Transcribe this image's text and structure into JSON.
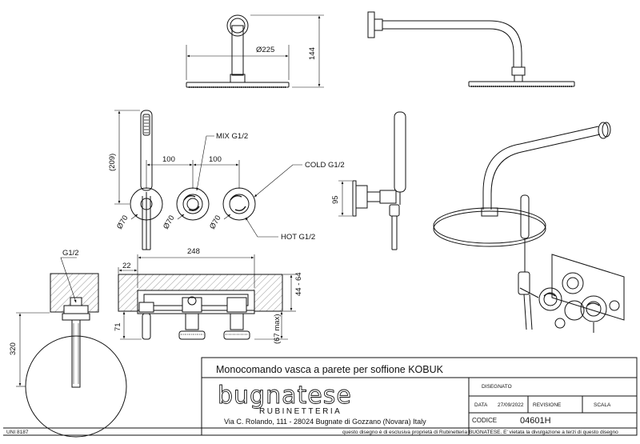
{
  "title_block": {
    "title": "Monocomando vasca a parete per soffione KOBUK",
    "brand": "bugnatese",
    "brand_sub": "RUBINETTERIA",
    "address": "Via C. Rolando, 111 - 28024 Bugnate di Gozzano (Novara) Italy",
    "standard": "UNI 8187",
    "disclaimer": "questo disegno è di esclusiva proprietà di Rubinetteria BUGNATESE. E' vietata la divulgazione a terzi di questo disegno",
    "disegnato_label": "DISEGNATO",
    "data_label": "DATA",
    "data_value": "27/09/2022",
    "revisione_label": "REVISIONE",
    "scala_label": "SCALA",
    "codice_label": "CODICE",
    "codice_value": "04601H"
  },
  "dimensions": {
    "head_diameter": "Ø225",
    "head_height": "144",
    "handshower_height": "(209)",
    "spacing_left": "100",
    "spacing_right": "100",
    "rosette_1": "Ø70",
    "rosette_2": "Ø70",
    "rosette_3": "Ø70",
    "side_height": "95",
    "pipe_g12": "G1/2",
    "body_length": "248",
    "offset_22": "22",
    "depth_range": "44 - 64",
    "height_71": "71",
    "height_67max": "(67 max)",
    "height_320": "320"
  },
  "callouts": {
    "mix": "MIX G1/2",
    "cold": "COLD G1/2",
    "hot": "HOT G1/2"
  }
}
